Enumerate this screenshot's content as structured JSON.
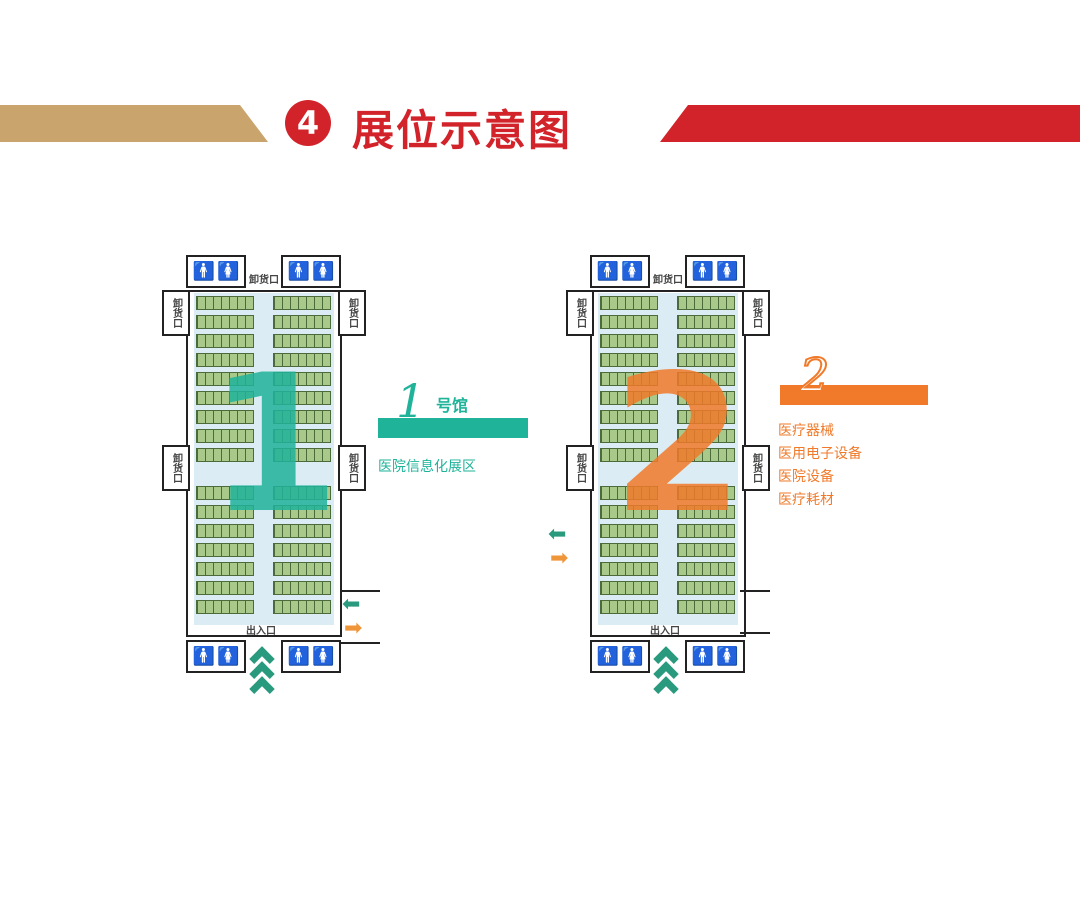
{
  "header": {
    "number": "4",
    "title": "展位示意图"
  },
  "labels": {
    "unload": "卸货口",
    "entrance": "出入口",
    "wc_man": "🚹",
    "wc_woman": "🚺"
  },
  "hall1": {
    "big_number": "1",
    "tag_number": "1",
    "tag_label": "号馆",
    "description": "医院信息化展区",
    "color": "#1fb39a"
  },
  "hall2": {
    "big_number": "2",
    "tag_number": "2",
    "items": [
      "医疗器械",
      "医用电子设备",
      "医院设备",
      "医疗耗材"
    ],
    "color": "#f07a2a"
  }
}
